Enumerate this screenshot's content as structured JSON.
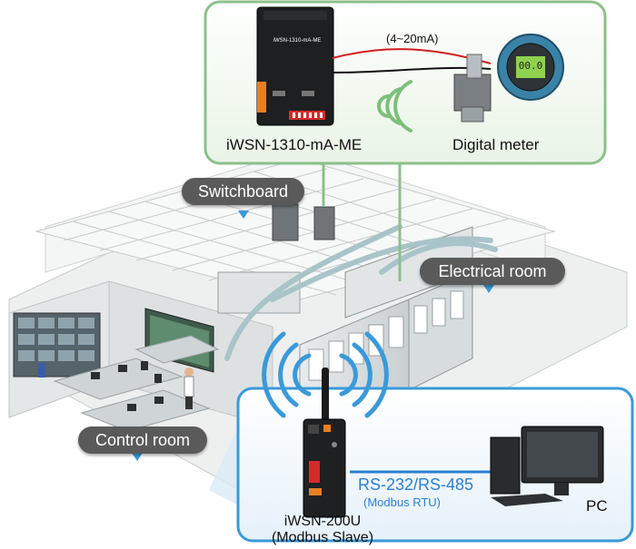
{
  "sensor_panel": {
    "device_label": "iWSN-1310-mA-ME",
    "meter_label": "Digital meter",
    "signal_label": "(4~20mA)",
    "device_print": "iWSN-1310-mA-ME",
    "meter_display": "00.0"
  },
  "building": {
    "switchboard_label": "Switchboard",
    "electrical_room_label": "Electrical room",
    "control_room_label": "Control room"
  },
  "slave_panel": {
    "device_label": "iWSN-200U",
    "device_sublabel": "(Modbus Slave)",
    "link_label": "RS-232/RS-485",
    "link_sublabel": "(Modbus RTU)",
    "pc_label": "PC"
  },
  "colors": {
    "green_border": "#8cc08a",
    "blue_border": "#3a9ad9",
    "link_blue": "#2a7fd0",
    "tag_gray": "#5a5a5a"
  }
}
